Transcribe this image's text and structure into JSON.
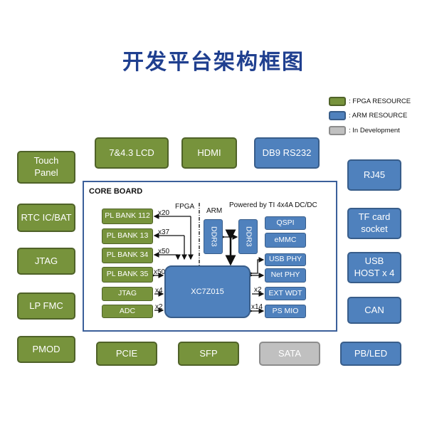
{
  "title": "开发平台架构框图",
  "legend": [
    {
      "label": ": FPGA RESOURCE",
      "color": "#77933c"
    },
    {
      "label": ": ARM RESOURCE",
      "color": "#4f81bd"
    },
    {
      "label": ": In Development",
      "color": "#c0c0c0"
    }
  ],
  "left": [
    "Touch\nPanel",
    "RTC IC/BAT",
    "JTAG",
    "LP FMC",
    "PMOD"
  ],
  "top": [
    "7&4.3 LCD",
    "HDMI",
    "DB9 RS232"
  ],
  "right": [
    "RJ45",
    "TF card\nsocket",
    "USB\nHOST x 4",
    "CAN",
    "PB/LED"
  ],
  "bottom": [
    "PCIE",
    "SFP",
    "SATA"
  ],
  "core": {
    "title": "CORE BOARD",
    "fpga": "FPGA",
    "arm": "ARM",
    "power": "Powered by TI 4x4A DC/DC",
    "chip": "XC7Z015",
    "pl": [
      "PL BANK 112",
      "PL BANK 13",
      "PL BANK 34",
      "PL BANK 35",
      "JTAG",
      "ADC"
    ],
    "pl_counts": [
      "x20",
      "x37",
      "x50",
      "x50",
      "x4",
      "x2"
    ],
    "ddr": [
      "DDR3",
      "DDR3"
    ],
    "ps": [
      "QSPI",
      "eMMC",
      "USB PHY",
      "Net PHY",
      "EXT WDT",
      "PS MIO"
    ],
    "ps_counts": [
      "x2",
      "x14"
    ]
  }
}
